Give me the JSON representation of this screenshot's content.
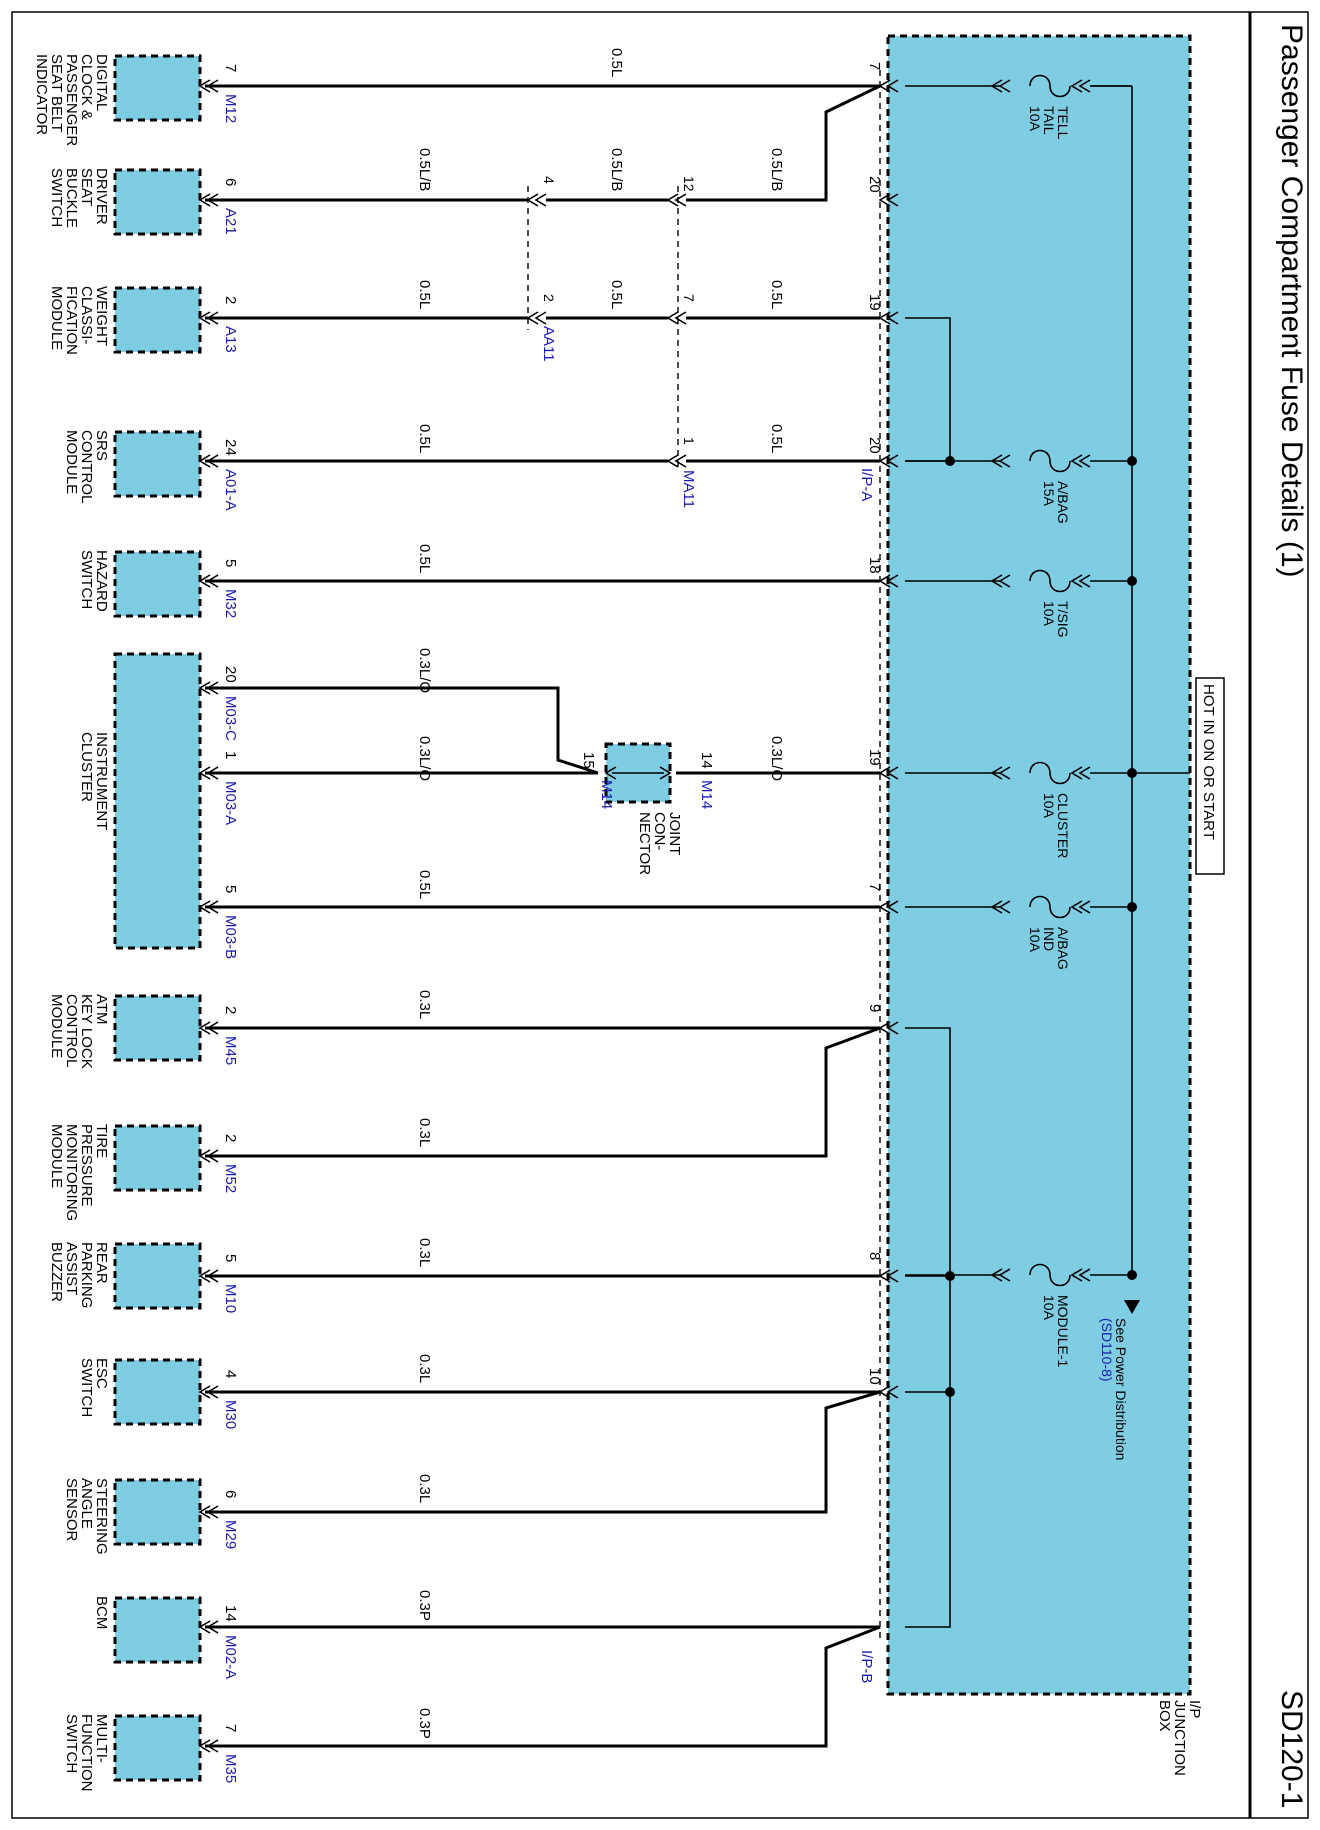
{
  "page": {
    "title": "Passenger Compartment Fuse Details (1)",
    "code": "SD120-1",
    "hot_label": "HOT IN ON OR START"
  },
  "junction_box": {
    "label_lines": [
      "I/P",
      "JUNCTION",
      "BOX"
    ],
    "connector_a": "I/P-A",
    "connector_b": "I/P-B",
    "fuses": [
      {
        "lines": [
          "TELL",
          "TAIL",
          "10A"
        ]
      },
      {
        "lines": [
          "A/BAG",
          "15A"
        ]
      },
      {
        "lines": [
          "T/SIG",
          "10A"
        ]
      },
      {
        "lines": [
          "CLUSTER",
          "10A"
        ]
      },
      {
        "lines": [
          "A/BAG",
          "IND",
          "10A"
        ]
      },
      {
        "lines": [
          "MODULE-1",
          "10A"
        ]
      }
    ],
    "pins": [
      "7",
      "20",
      "19",
      "20",
      "18",
      "19",
      "7",
      "9",
      "8",
      "10"
    ]
  },
  "power_ref": {
    "text": "See Power Distribution",
    "ref": "(SD110-8)"
  },
  "components": [
    {
      "lines": [
        "DIGITAL",
        "CLOCK &",
        "PASSENGER",
        "SEAT BELT",
        "INDICATOR"
      ],
      "pin": "7",
      "conn": "M12",
      "wire": "0.5L"
    },
    {
      "lines": [
        "DRIVER",
        "SEAT",
        "BUCKLE",
        "SWITCH"
      ],
      "pin": "6",
      "conn": "A21",
      "wire": "0.5L/B"
    },
    {
      "lines": [
        "WEIGHT",
        "CLASSI-",
        "FICATION",
        "MODULE"
      ],
      "pin": "2",
      "conn": "A13",
      "wire": "0.5L"
    },
    {
      "lines": [
        "SRS",
        "CONTROL",
        "MODULE"
      ],
      "pin": "24",
      "conn": "A01-A",
      "wire": "0.5L"
    },
    {
      "lines": [
        "HAZARD",
        "SWITCH"
      ],
      "pin": "5",
      "conn": "M32",
      "wire": "0.5L"
    },
    {
      "lines": [
        "INSTRUMENT",
        "CLUSTER"
      ],
      "pins": [
        "20",
        "1",
        "5"
      ],
      "conns": [
        "M03-C",
        "M03-A",
        "M03-B"
      ],
      "wires": [
        "0.3L/O",
        "0.3L/O",
        "0.5L"
      ]
    },
    {
      "lines": [
        "ATM",
        "KEY LOCK",
        "CONTROL",
        "MODULE"
      ],
      "pin": "2",
      "conn": "M45",
      "wire": "0.3L"
    },
    {
      "lines": [
        "TIRE",
        "PRESSURE",
        "MONITORING",
        "MODULE"
      ],
      "pin": "2",
      "conn": "M52",
      "wire": "0.3L"
    },
    {
      "lines": [
        "REAR",
        "PARKING",
        "ASSIST",
        "BUZZER"
      ],
      "pin": "5",
      "conn": "M10",
      "wire": "0.3L"
    },
    {
      "lines": [
        "ESC",
        "SWITCH"
      ],
      "pin": "4",
      "conn": "M30",
      "wire": "0.3L"
    },
    {
      "lines": [
        "STEERING",
        "ANGLE",
        "SENSOR"
      ],
      "pin": "6",
      "conn": "M29",
      "wire": "0.3L"
    },
    {
      "lines": [
        "BCM"
      ],
      "pin": "14",
      "conn": "M02-A",
      "wire": "0.3P"
    },
    {
      "lines": [
        "MULTI-",
        "FUNCTION",
        "SWITCH"
      ],
      "pin": "7",
      "conn": "M35",
      "wire": "0.3P"
    }
  ],
  "inline_connectors": {
    "aa11": {
      "name": "AA11",
      "pins": [
        "4",
        "2"
      ]
    },
    "ma11": {
      "name": "MA11",
      "pins": [
        "12",
        "7",
        "1"
      ]
    },
    "wires_near_box": [
      "0.5L/B",
      "0.5L",
      "0.5L"
    ],
    "wires_mid": [
      "0.5L/B",
      "0.5L"
    ]
  },
  "joint": {
    "lines": [
      "JOINT",
      "CON-",
      "NECTOR"
    ],
    "conn_left": "M14",
    "conn_right": "M14",
    "pin_left": "15",
    "pin_right": "14",
    "wire_right": "0.3L/O"
  }
}
